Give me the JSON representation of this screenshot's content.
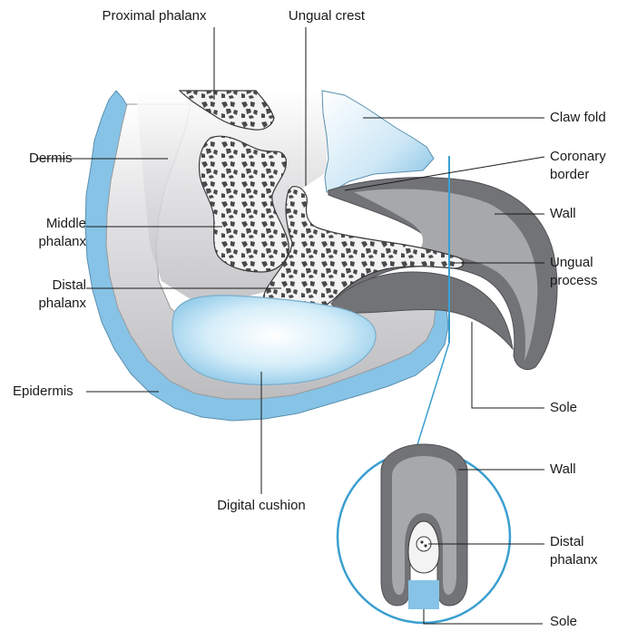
{
  "labels": {
    "proximal_phalanx": "Proximal phalanx",
    "ungual_crest": "Ungual crest",
    "claw_fold": "Claw fold",
    "coronary_border_1": "Coronary",
    "coronary_border_2": "border",
    "wall": "Wall",
    "ungual_process_1": "Ungual",
    "ungual_process_2": "process",
    "sole": "Sole",
    "dermis": "Dermis",
    "middle_phalanx_1": "Middle",
    "middle_phalanx_2": "phalanx",
    "distal_phalanx_1": "Distal",
    "distal_phalanx_2": "phalanx",
    "epidermis": "Epidermis",
    "digital_cushion": "Digital cushion",
    "inset_wall": "Wall",
    "inset_distal_phalanx_1": "Distal",
    "inset_distal_phalanx_2": "phalanx",
    "inset_sole": "Sole"
  },
  "colors": {
    "epidermis_blue": "#86c3e6",
    "dermis_grey": "#cdcdcf",
    "claw_dark": "#727376",
    "bone_fill": "#f3f3f4",
    "cushion_blue": "#b7ddf2",
    "inset_circle": "#3a9fd0"
  }
}
